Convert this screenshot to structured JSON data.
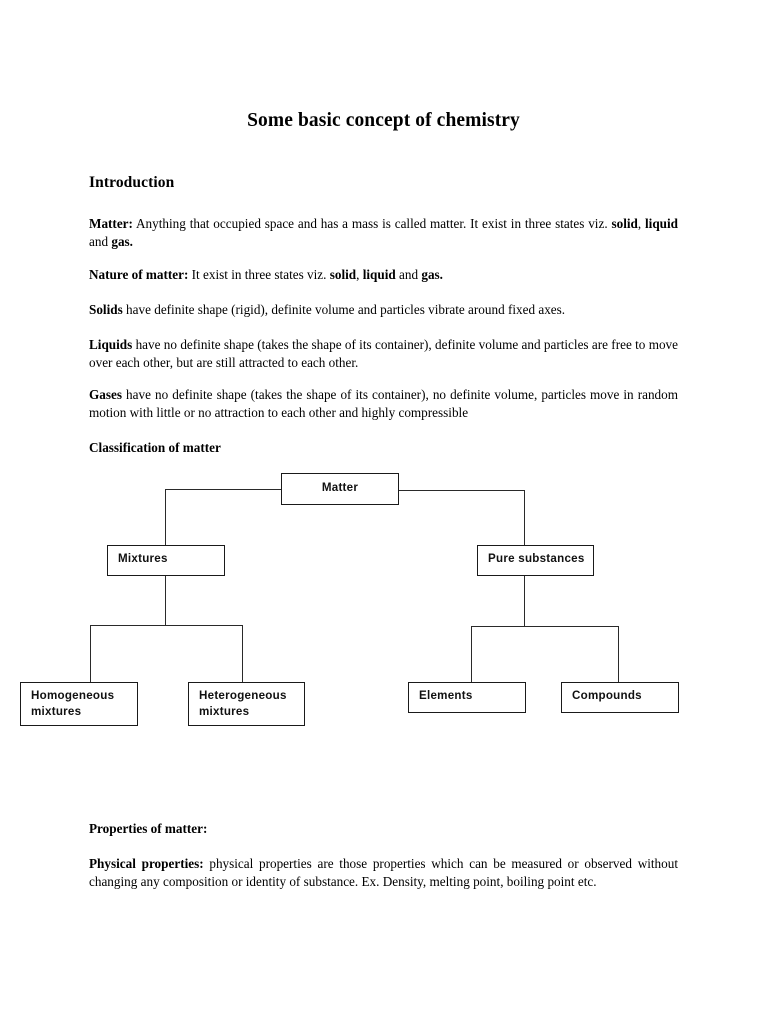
{
  "document": {
    "title": "Some basic concept of chemistry",
    "section_heading": "Introduction",
    "paragraphs": {
      "matter_label": "Matter:",
      "matter_text_1": " Anything that occupied space and has a mass is called matter. It exist in three states viz. ",
      "matter_solid": "solid",
      "matter_sep1": ", ",
      "matter_liquid": "liquid",
      "matter_sep2": " and ",
      "matter_gas": "gas.",
      "nature_label": "Nature of matter:",
      "nature_text_1": " It exist in three states viz. ",
      "nature_solid": "solid",
      "nature_sep1": ", ",
      "nature_liquid": "liquid",
      "nature_sep2": " and ",
      "nature_gas": "gas.",
      "solids_label": "Solids",
      "solids_text": " have definite shape (rigid), definite volume and particles vibrate around fixed axes.",
      "liquids_label": "Liquids",
      "liquids_text": " have no definite shape (takes the shape of its container), definite volume and particles are free to move over each other, but are still attracted to each other.",
      "gases_label": "Gases",
      "gases_text": " have no definite shape (takes the shape of its container), no definite volume, particles move in random motion with little or no attraction to each other and highly compressible",
      "classification_heading": "Classification of matter",
      "properties_heading": "Properties of matter:",
      "physical_label": "Physical properties:",
      "physical_text": " physical properties are those properties which can be measured or observed without changing any composition or identity of substance. Ex. Density, melting point, boiling point etc."
    }
  },
  "chart_data": {
    "type": "diagram",
    "title": "Classification of matter",
    "nodes": [
      {
        "id": "matter",
        "label": "Matter"
      },
      {
        "id": "mixtures",
        "label": "Mixtures"
      },
      {
        "id": "pure",
        "label": "Pure substances"
      },
      {
        "id": "homogeneous",
        "label": "Homogeneous\nmixtures"
      },
      {
        "id": "heterogeneous",
        "label": "Heterogeneous\nmixtures"
      },
      {
        "id": "elements",
        "label": "Elements"
      },
      {
        "id": "compounds",
        "label": "Compounds"
      }
    ],
    "edges": [
      {
        "from": "matter",
        "to": "mixtures"
      },
      {
        "from": "matter",
        "to": "pure"
      },
      {
        "from": "mixtures",
        "to": "homogeneous"
      },
      {
        "from": "mixtures",
        "to": "heterogeneous"
      },
      {
        "from": "pure",
        "to": "elements"
      },
      {
        "from": "pure",
        "to": "compounds"
      }
    ],
    "line_color": "#2a2a2a",
    "box_border_color": "#1a1a1a",
    "background": "#ffffff"
  }
}
